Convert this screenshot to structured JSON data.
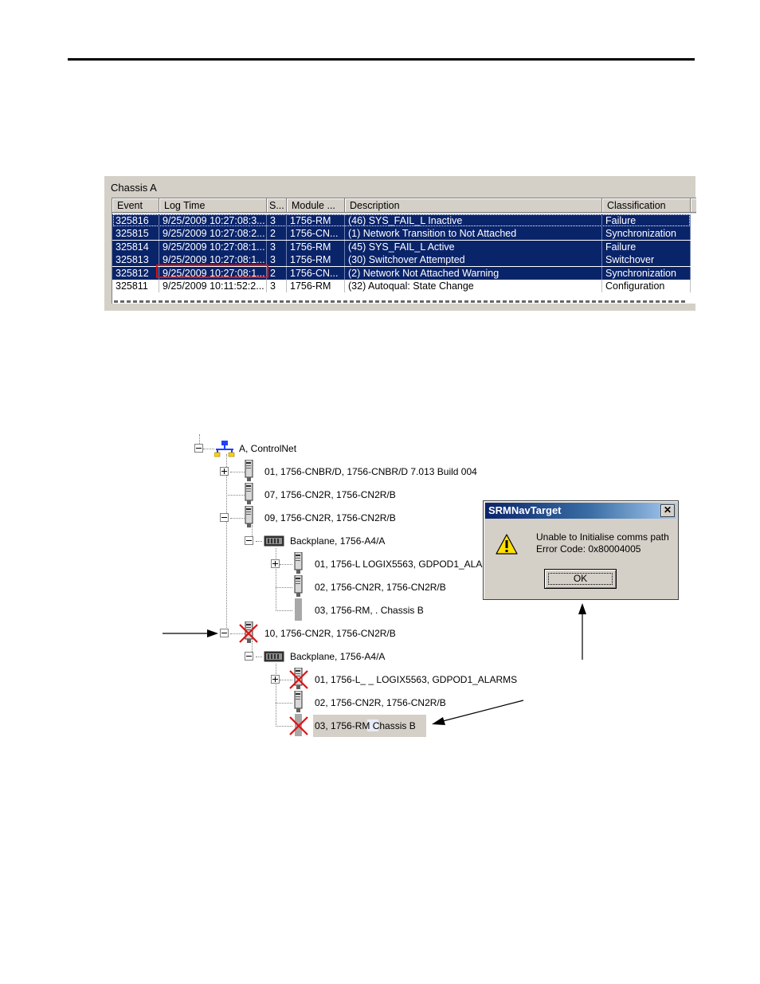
{
  "event_log": {
    "title": "Chassis A",
    "columns": [
      "Event",
      "Log Time",
      "S...",
      "Module ...",
      "Description",
      "Classification"
    ],
    "rows": [
      {
        "event": "325816",
        "time": "9/25/2009 10:27:08:3...",
        "s": "3",
        "module": "1756-RM",
        "description": "(46) SYS_FAIL_L Inactive",
        "classification": "Failure",
        "selected": true
      },
      {
        "event": "325815",
        "time": "9/25/2009 10:27:08:2...",
        "s": "2",
        "module": "1756-CN...",
        "description": "(1) Network Transition to Not Attached",
        "classification": "Synchronization",
        "selected": true
      },
      {
        "event": "325814",
        "time": "9/25/2009 10:27:08:1...",
        "s": "3",
        "module": "1756-RM",
        "description": "(45) SYS_FAIL_L Active",
        "classification": "Failure",
        "selected": true
      },
      {
        "event": "325813",
        "time": "9/25/2009 10:27:08:1...",
        "s": "3",
        "module": "1756-RM",
        "description": "(30) Switchover Attempted",
        "classification": "Switchover",
        "selected": true
      },
      {
        "event": "325812",
        "time": "9/25/2009 10:27:08:1...",
        "s": "2",
        "module": "1756-CN...",
        "description": "(2) Network Not Attached Warning",
        "classification": "Synchronization",
        "selected": true
      },
      {
        "event": "325811",
        "time": "9/25/2009 10:11:52:2...",
        "s": "3",
        "module": "1756-RM",
        "description": "(32) Autoqual: State Change",
        "classification": "Configuration",
        "selected": false
      }
    ]
  },
  "tree": {
    "root": "A, ControlNet",
    "nodes": {
      "cnbr": "01, 1756-CNBR/D, 1756-CNBR/D 7.013 Build 004",
      "cn2r_07": "07, 1756-CN2R, 1756-CN2R/B",
      "cn2r_09": "09, 1756-CN2R, 1756-CN2R/B",
      "backplane_a": "Backplane, 1756-A4/A",
      "a_logix": "01, 1756-L      LOGIX5563, GDPOD1_ALA",
      "a_cn2r": "02, 1756-CN2R, 1756-CN2R/B",
      "a_rm": "03, 1756-RM,   . Chassis B",
      "cn2r_10": "10, 1756-CN2R, 1756-CN2R/B",
      "backplane_b": "Backplane, 1756-A4/A",
      "b_logix": "01, 1756-L_ _ LOGIX5563, GDPOD1_ALARMS",
      "b_cn2r": "02, 1756-CN2R, 1756-CN2R/B",
      "b_rm": "03, 1756-RM      Chassis B"
    }
  },
  "dialog": {
    "title": "SRMNavTarget",
    "close_label": "✕",
    "message_line1": "Unable to Initialise comms path",
    "message_line2": " Error Code: 0x80004005",
    "ok_label": "OK",
    "icon": "warning-icon"
  },
  "colors": {
    "selection": "#0a246a",
    "window_face": "#d4d0c8",
    "highlight_box": "#e01010",
    "fault_x": "#e01010"
  }
}
